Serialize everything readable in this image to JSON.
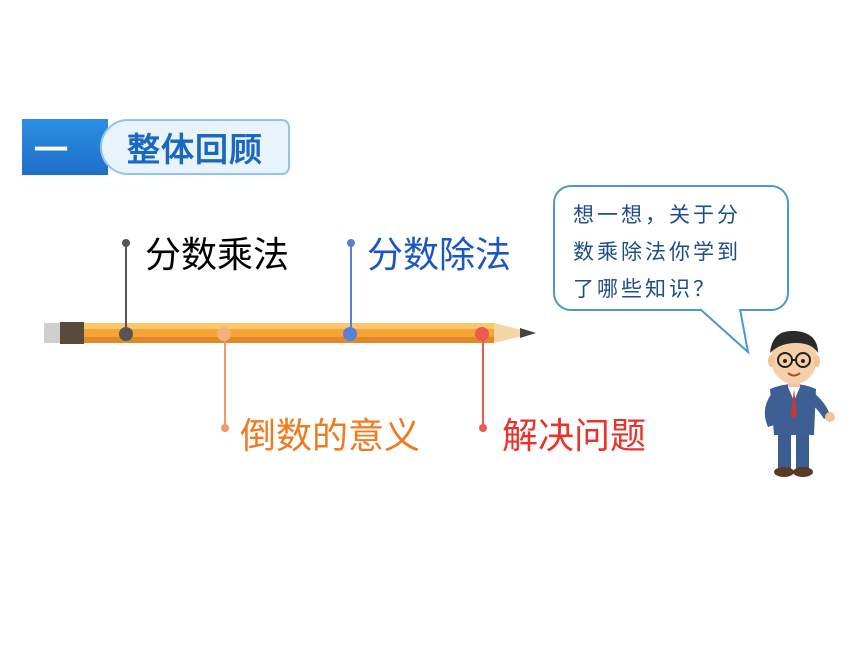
{
  "section": {
    "number": "一",
    "title": "整体回顾"
  },
  "topics": {
    "multiplication": "分数乘法",
    "division": "分数除法",
    "reciprocal": "倒数的意义",
    "problem_solving": "解决问题"
  },
  "speech_bubble": {
    "lines": [
      "想一想，关于分",
      "数乘除法你学到",
      "了哪些知识？"
    ]
  },
  "colors": {
    "header_blue": "#1f6fc9",
    "topic_black": "#000000",
    "topic_blue": "#1a56c4",
    "topic_orange": "#f07a1e",
    "topic_red": "#e8332a",
    "pencil_orange": "#f5a535"
  },
  "icons": {
    "pencil": "pencil-icon",
    "teacher": "teacher-icon"
  }
}
